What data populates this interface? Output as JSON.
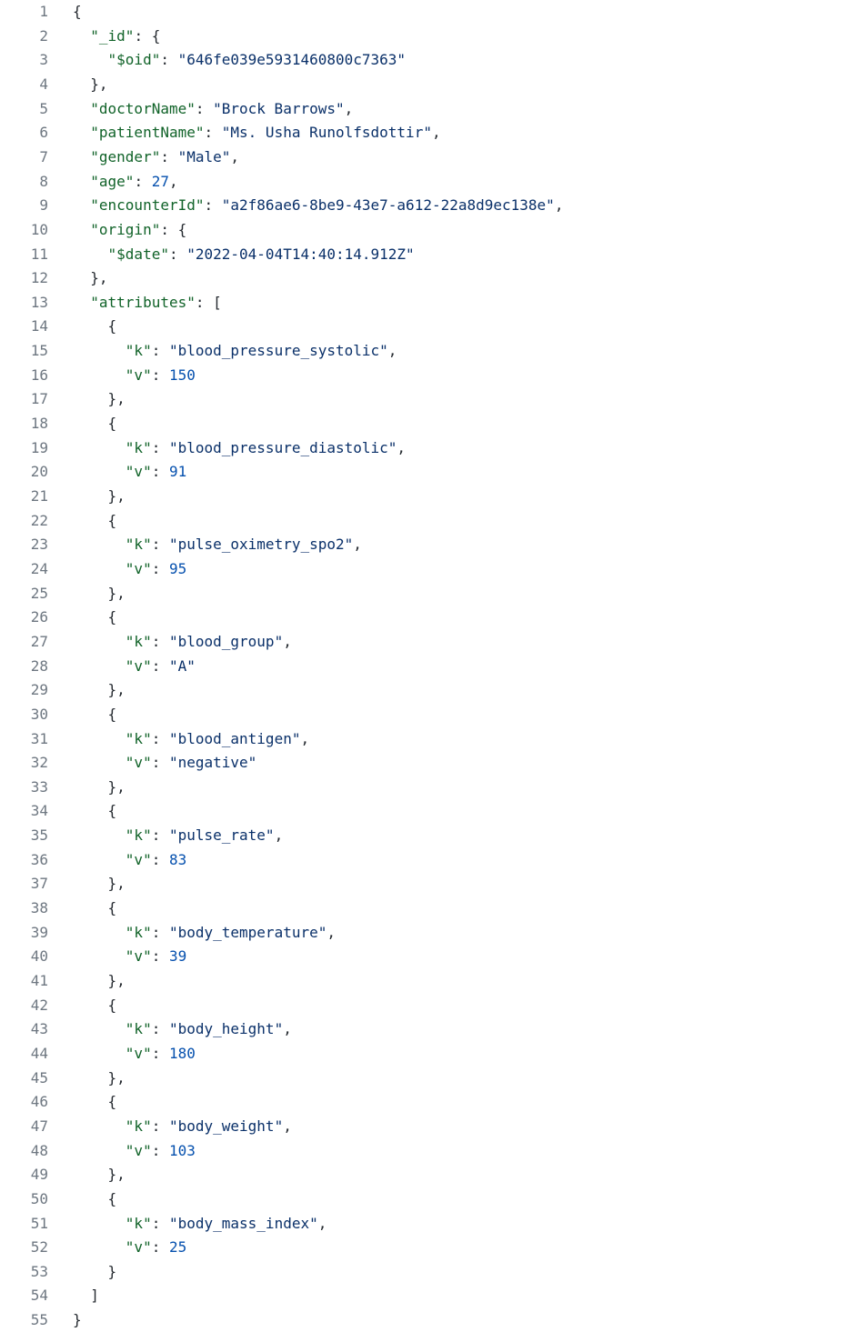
{
  "editor": {
    "language": "json",
    "colors": {
      "background": "#ffffff",
      "line_number": "#6e7781",
      "punctuation": "#24292f",
      "key": "#116329",
      "string": "#0a3069",
      "number": "#0550ae"
    },
    "lines": [
      {
        "n": "1",
        "indent": "",
        "tokens": [
          {
            "t": "punc",
            "v": "{"
          }
        ]
      },
      {
        "n": "2",
        "indent": "  ",
        "tokens": [
          {
            "t": "key",
            "v": "\"_id\""
          },
          {
            "t": "punc",
            "v": ": {"
          }
        ]
      },
      {
        "n": "3",
        "indent": "    ",
        "tokens": [
          {
            "t": "key",
            "v": "\"$oid\""
          },
          {
            "t": "punc",
            "v": ": "
          },
          {
            "t": "str",
            "v": "\"646fe039e5931460800c7363\""
          }
        ]
      },
      {
        "n": "4",
        "indent": "  ",
        "tokens": [
          {
            "t": "punc",
            "v": "},"
          }
        ]
      },
      {
        "n": "5",
        "indent": "  ",
        "tokens": [
          {
            "t": "key",
            "v": "\"doctorName\""
          },
          {
            "t": "punc",
            "v": ": "
          },
          {
            "t": "str",
            "v": "\"Brock Barrows\""
          },
          {
            "t": "punc",
            "v": ","
          }
        ]
      },
      {
        "n": "6",
        "indent": "  ",
        "tokens": [
          {
            "t": "key",
            "v": "\"patientName\""
          },
          {
            "t": "punc",
            "v": ": "
          },
          {
            "t": "str",
            "v": "\"Ms. Usha Runolfsdottir\""
          },
          {
            "t": "punc",
            "v": ","
          }
        ]
      },
      {
        "n": "7",
        "indent": "  ",
        "tokens": [
          {
            "t": "key",
            "v": "\"gender\""
          },
          {
            "t": "punc",
            "v": ": "
          },
          {
            "t": "str",
            "v": "\"Male\""
          },
          {
            "t": "punc",
            "v": ","
          }
        ]
      },
      {
        "n": "8",
        "indent": "  ",
        "tokens": [
          {
            "t": "key",
            "v": "\"age\""
          },
          {
            "t": "punc",
            "v": ": "
          },
          {
            "t": "num",
            "v": "27"
          },
          {
            "t": "punc",
            "v": ","
          }
        ]
      },
      {
        "n": "9",
        "indent": "  ",
        "tokens": [
          {
            "t": "key",
            "v": "\"encounterId\""
          },
          {
            "t": "punc",
            "v": ": "
          },
          {
            "t": "str",
            "v": "\"a2f86ae6-8be9-43e7-a612-22a8d9ec138e\""
          },
          {
            "t": "punc",
            "v": ","
          }
        ]
      },
      {
        "n": "10",
        "indent": "  ",
        "tokens": [
          {
            "t": "key",
            "v": "\"origin\""
          },
          {
            "t": "punc",
            "v": ": {"
          }
        ]
      },
      {
        "n": "11",
        "indent": "    ",
        "tokens": [
          {
            "t": "key",
            "v": "\"$date\""
          },
          {
            "t": "punc",
            "v": ": "
          },
          {
            "t": "str",
            "v": "\"2022-04-04T14:40:14.912Z\""
          }
        ]
      },
      {
        "n": "12",
        "indent": "  ",
        "tokens": [
          {
            "t": "punc",
            "v": "},"
          }
        ]
      },
      {
        "n": "13",
        "indent": "  ",
        "tokens": [
          {
            "t": "key",
            "v": "\"attributes\""
          },
          {
            "t": "punc",
            "v": ": ["
          }
        ]
      },
      {
        "n": "14",
        "indent": "    ",
        "tokens": [
          {
            "t": "punc",
            "v": "{"
          }
        ]
      },
      {
        "n": "15",
        "indent": "      ",
        "tokens": [
          {
            "t": "key",
            "v": "\"k\""
          },
          {
            "t": "punc",
            "v": ": "
          },
          {
            "t": "str",
            "v": "\"blood_pressure_systolic\""
          },
          {
            "t": "punc",
            "v": ","
          }
        ]
      },
      {
        "n": "16",
        "indent": "      ",
        "tokens": [
          {
            "t": "key",
            "v": "\"v\""
          },
          {
            "t": "punc",
            "v": ": "
          },
          {
            "t": "num",
            "v": "150"
          }
        ]
      },
      {
        "n": "17",
        "indent": "    ",
        "tokens": [
          {
            "t": "punc",
            "v": "},"
          }
        ]
      },
      {
        "n": "18",
        "indent": "    ",
        "tokens": [
          {
            "t": "punc",
            "v": "{"
          }
        ]
      },
      {
        "n": "19",
        "indent": "      ",
        "tokens": [
          {
            "t": "key",
            "v": "\"k\""
          },
          {
            "t": "punc",
            "v": ": "
          },
          {
            "t": "str",
            "v": "\"blood_pressure_diastolic\""
          },
          {
            "t": "punc",
            "v": ","
          }
        ]
      },
      {
        "n": "20",
        "indent": "      ",
        "tokens": [
          {
            "t": "key",
            "v": "\"v\""
          },
          {
            "t": "punc",
            "v": ": "
          },
          {
            "t": "num",
            "v": "91"
          }
        ]
      },
      {
        "n": "21",
        "indent": "    ",
        "tokens": [
          {
            "t": "punc",
            "v": "},"
          }
        ]
      },
      {
        "n": "22",
        "indent": "    ",
        "tokens": [
          {
            "t": "punc",
            "v": "{"
          }
        ]
      },
      {
        "n": "23",
        "indent": "      ",
        "tokens": [
          {
            "t": "key",
            "v": "\"k\""
          },
          {
            "t": "punc",
            "v": ": "
          },
          {
            "t": "str",
            "v": "\"pulse_oximetry_spo2\""
          },
          {
            "t": "punc",
            "v": ","
          }
        ]
      },
      {
        "n": "24",
        "indent": "      ",
        "tokens": [
          {
            "t": "key",
            "v": "\"v\""
          },
          {
            "t": "punc",
            "v": ": "
          },
          {
            "t": "num",
            "v": "95"
          }
        ]
      },
      {
        "n": "25",
        "indent": "    ",
        "tokens": [
          {
            "t": "punc",
            "v": "},"
          }
        ]
      },
      {
        "n": "26",
        "indent": "    ",
        "tokens": [
          {
            "t": "punc",
            "v": "{"
          }
        ]
      },
      {
        "n": "27",
        "indent": "      ",
        "tokens": [
          {
            "t": "key",
            "v": "\"k\""
          },
          {
            "t": "punc",
            "v": ": "
          },
          {
            "t": "str",
            "v": "\"blood_group\""
          },
          {
            "t": "punc",
            "v": ","
          }
        ]
      },
      {
        "n": "28",
        "indent": "      ",
        "tokens": [
          {
            "t": "key",
            "v": "\"v\""
          },
          {
            "t": "punc",
            "v": ": "
          },
          {
            "t": "str",
            "v": "\"A\""
          }
        ]
      },
      {
        "n": "29",
        "indent": "    ",
        "tokens": [
          {
            "t": "punc",
            "v": "},"
          }
        ]
      },
      {
        "n": "30",
        "indent": "    ",
        "tokens": [
          {
            "t": "punc",
            "v": "{"
          }
        ]
      },
      {
        "n": "31",
        "indent": "      ",
        "tokens": [
          {
            "t": "key",
            "v": "\"k\""
          },
          {
            "t": "punc",
            "v": ": "
          },
          {
            "t": "str",
            "v": "\"blood_antigen\""
          },
          {
            "t": "punc",
            "v": ","
          }
        ]
      },
      {
        "n": "32",
        "indent": "      ",
        "tokens": [
          {
            "t": "key",
            "v": "\"v\""
          },
          {
            "t": "punc",
            "v": ": "
          },
          {
            "t": "str",
            "v": "\"negative\""
          }
        ]
      },
      {
        "n": "33",
        "indent": "    ",
        "tokens": [
          {
            "t": "punc",
            "v": "},"
          }
        ]
      },
      {
        "n": "34",
        "indent": "    ",
        "tokens": [
          {
            "t": "punc",
            "v": "{"
          }
        ]
      },
      {
        "n": "35",
        "indent": "      ",
        "tokens": [
          {
            "t": "key",
            "v": "\"k\""
          },
          {
            "t": "punc",
            "v": ": "
          },
          {
            "t": "str",
            "v": "\"pulse_rate\""
          },
          {
            "t": "punc",
            "v": ","
          }
        ]
      },
      {
        "n": "36",
        "indent": "      ",
        "tokens": [
          {
            "t": "key",
            "v": "\"v\""
          },
          {
            "t": "punc",
            "v": ": "
          },
          {
            "t": "num",
            "v": "83"
          }
        ]
      },
      {
        "n": "37",
        "indent": "    ",
        "tokens": [
          {
            "t": "punc",
            "v": "},"
          }
        ]
      },
      {
        "n": "38",
        "indent": "    ",
        "tokens": [
          {
            "t": "punc",
            "v": "{"
          }
        ]
      },
      {
        "n": "39",
        "indent": "      ",
        "tokens": [
          {
            "t": "key",
            "v": "\"k\""
          },
          {
            "t": "punc",
            "v": ": "
          },
          {
            "t": "str",
            "v": "\"body_temperature\""
          },
          {
            "t": "punc",
            "v": ","
          }
        ]
      },
      {
        "n": "40",
        "indent": "      ",
        "tokens": [
          {
            "t": "key",
            "v": "\"v\""
          },
          {
            "t": "punc",
            "v": ": "
          },
          {
            "t": "num",
            "v": "39"
          }
        ]
      },
      {
        "n": "41",
        "indent": "    ",
        "tokens": [
          {
            "t": "punc",
            "v": "},"
          }
        ]
      },
      {
        "n": "42",
        "indent": "    ",
        "tokens": [
          {
            "t": "punc",
            "v": "{"
          }
        ]
      },
      {
        "n": "43",
        "indent": "      ",
        "tokens": [
          {
            "t": "key",
            "v": "\"k\""
          },
          {
            "t": "punc",
            "v": ": "
          },
          {
            "t": "str",
            "v": "\"body_height\""
          },
          {
            "t": "punc",
            "v": ","
          }
        ]
      },
      {
        "n": "44",
        "indent": "      ",
        "tokens": [
          {
            "t": "key",
            "v": "\"v\""
          },
          {
            "t": "punc",
            "v": ": "
          },
          {
            "t": "num",
            "v": "180"
          }
        ]
      },
      {
        "n": "45",
        "indent": "    ",
        "tokens": [
          {
            "t": "punc",
            "v": "},"
          }
        ]
      },
      {
        "n": "46",
        "indent": "    ",
        "tokens": [
          {
            "t": "punc",
            "v": "{"
          }
        ]
      },
      {
        "n": "47",
        "indent": "      ",
        "tokens": [
          {
            "t": "key",
            "v": "\"k\""
          },
          {
            "t": "punc",
            "v": ": "
          },
          {
            "t": "str",
            "v": "\"body_weight\""
          },
          {
            "t": "punc",
            "v": ","
          }
        ]
      },
      {
        "n": "48",
        "indent": "      ",
        "tokens": [
          {
            "t": "key",
            "v": "\"v\""
          },
          {
            "t": "punc",
            "v": ": "
          },
          {
            "t": "num",
            "v": "103"
          }
        ]
      },
      {
        "n": "49",
        "indent": "    ",
        "tokens": [
          {
            "t": "punc",
            "v": "},"
          }
        ]
      },
      {
        "n": "50",
        "indent": "    ",
        "tokens": [
          {
            "t": "punc",
            "v": "{"
          }
        ]
      },
      {
        "n": "51",
        "indent": "      ",
        "tokens": [
          {
            "t": "key",
            "v": "\"k\""
          },
          {
            "t": "punc",
            "v": ": "
          },
          {
            "t": "str",
            "v": "\"body_mass_index\""
          },
          {
            "t": "punc",
            "v": ","
          }
        ]
      },
      {
        "n": "52",
        "indent": "      ",
        "tokens": [
          {
            "t": "key",
            "v": "\"v\""
          },
          {
            "t": "punc",
            "v": ": "
          },
          {
            "t": "num",
            "v": "25"
          }
        ]
      },
      {
        "n": "53",
        "indent": "    ",
        "tokens": [
          {
            "t": "punc",
            "v": "}"
          }
        ]
      },
      {
        "n": "54",
        "indent": "  ",
        "tokens": [
          {
            "t": "punc",
            "v": "]"
          }
        ]
      },
      {
        "n": "55",
        "indent": "",
        "tokens": [
          {
            "t": "punc",
            "v": "}"
          }
        ]
      }
    ]
  }
}
